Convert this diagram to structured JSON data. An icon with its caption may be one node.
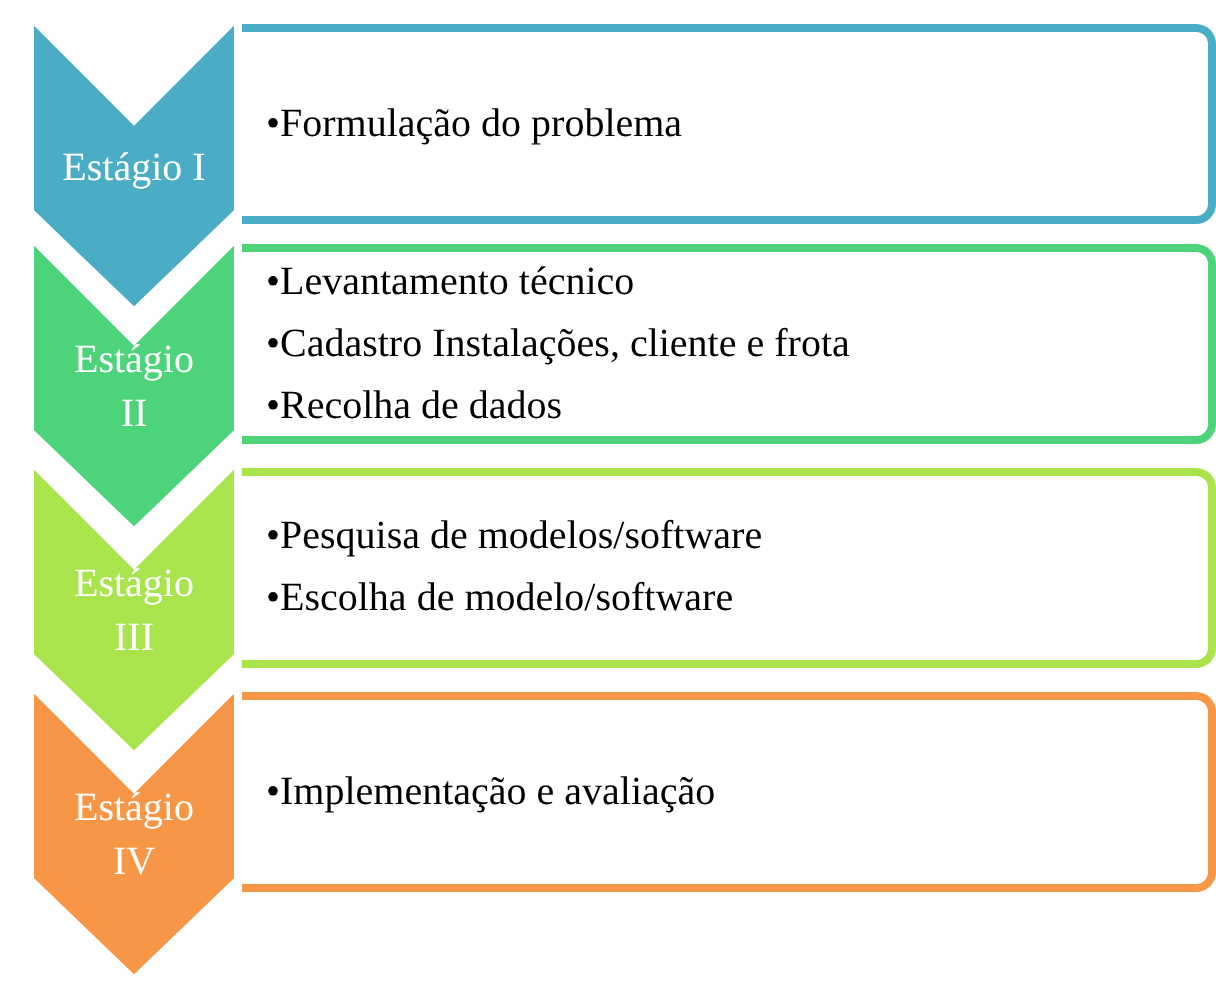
{
  "diagram": {
    "nodes": [
      {
        "text": [
          "Estágio I"
        ]
      },
      {
        "text": [
          "•Formulação do problema"
        ]
      },
      {
        "text": [
          "Estágio II"
        ]
      },
      {
        "text": [
          "•Levantamento técnico",
          "•Cadastro Instalações, cliente e frota",
          "•Recolha de dados"
        ]
      },
      {
        "text": [
          "Estágio III"
        ]
      },
      {
        "text": [
          "•Pesquisa de modelos/software",
          "•Escolha de modelo/software"
        ]
      },
      {
        "text": [
          "Estágio IV"
        ]
      },
      {
        "text": [
          "•Implementação e avaliação"
        ]
      }
    ]
  }
}
